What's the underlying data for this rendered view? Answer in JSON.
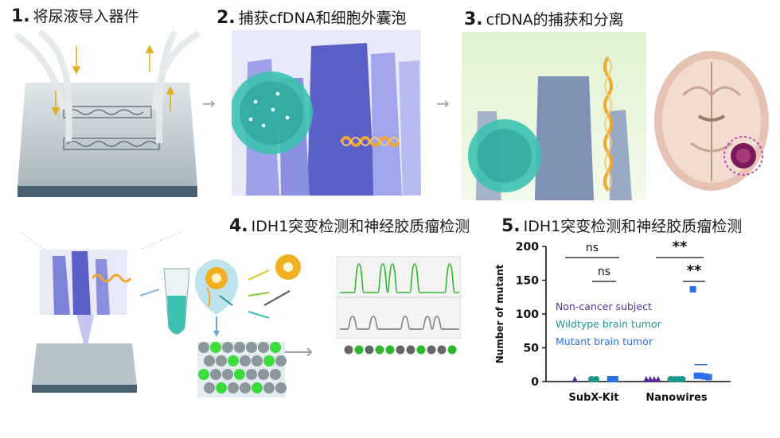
{
  "steps": [
    {
      "num": "1.",
      "title": "将尿液导入器件"
    },
    {
      "num": "2.",
      "title": "捕获cfDNA和细胞外囊泡"
    },
    {
      "num": "3.",
      "title": "cfDNA的捕获和分离"
    },
    {
      "num": "4.",
      "title": "IDH1突变检测和神经胶质瘤检测"
    },
    {
      "num": "5.",
      "title": "IDH1突变检测和神经胶质瘤检测"
    }
  ],
  "colors": {
    "device": "#4a6272",
    "nanowire": "#8a8fe0",
    "vesicle": "#3cc2b0",
    "dna": "#f0a830",
    "peak_green": "#2cb82c",
    "peak_gray": "#777777",
    "purple": "#5a2ca0",
    "teal": "#1a9a8a",
    "blue": "#2b6fe8"
  },
  "chart_data": {
    "type": "scatter",
    "ylabel": "Number of mutant",
    "ylim": [
      0,
      200
    ],
    "yticks": [
      "0",
      "50",
      "100",
      "150",
      "200"
    ],
    "groups": [
      "SubX-Kit",
      "Nanowires"
    ],
    "legend": [
      {
        "name": "Non-cancer subject",
        "color": "#5a2ca0"
      },
      {
        "name": "Wildtype brain tumor",
        "color": "#1a9a8a"
      },
      {
        "name": "Mutant brain tumor",
        "color": "#2b6fe8"
      }
    ],
    "series": [
      {
        "group": "SubX-Kit",
        "name": "Non-cancer subject",
        "marker": "triangle",
        "values": [
          0
        ]
      },
      {
        "group": "SubX-Kit",
        "name": "Wildtype brain tumor",
        "marker": "circle",
        "values": [
          0,
          0
        ]
      },
      {
        "group": "SubX-Kit",
        "name": "Mutant brain tumor",
        "marker": "square",
        "values": [
          0,
          0
        ]
      },
      {
        "group": "Nanowires",
        "name": "Non-cancer subject",
        "marker": "triangle",
        "values": [
          0,
          0,
          0,
          0
        ]
      },
      {
        "group": "Nanowires",
        "name": "Wildtype brain tumor",
        "marker": "circle",
        "values": [
          0,
          0,
          0,
          0
        ]
      },
      {
        "group": "Nanowires",
        "name": "Mutant brain tumor",
        "marker": "square",
        "values": [
          133,
          5,
          5,
          4,
          3
        ],
        "mean": 25
      }
    ],
    "significance": [
      {
        "label": "ns"
      },
      {
        "label": "ns"
      },
      {
        "label": "**"
      },
      {
        "label": "**"
      }
    ]
  }
}
